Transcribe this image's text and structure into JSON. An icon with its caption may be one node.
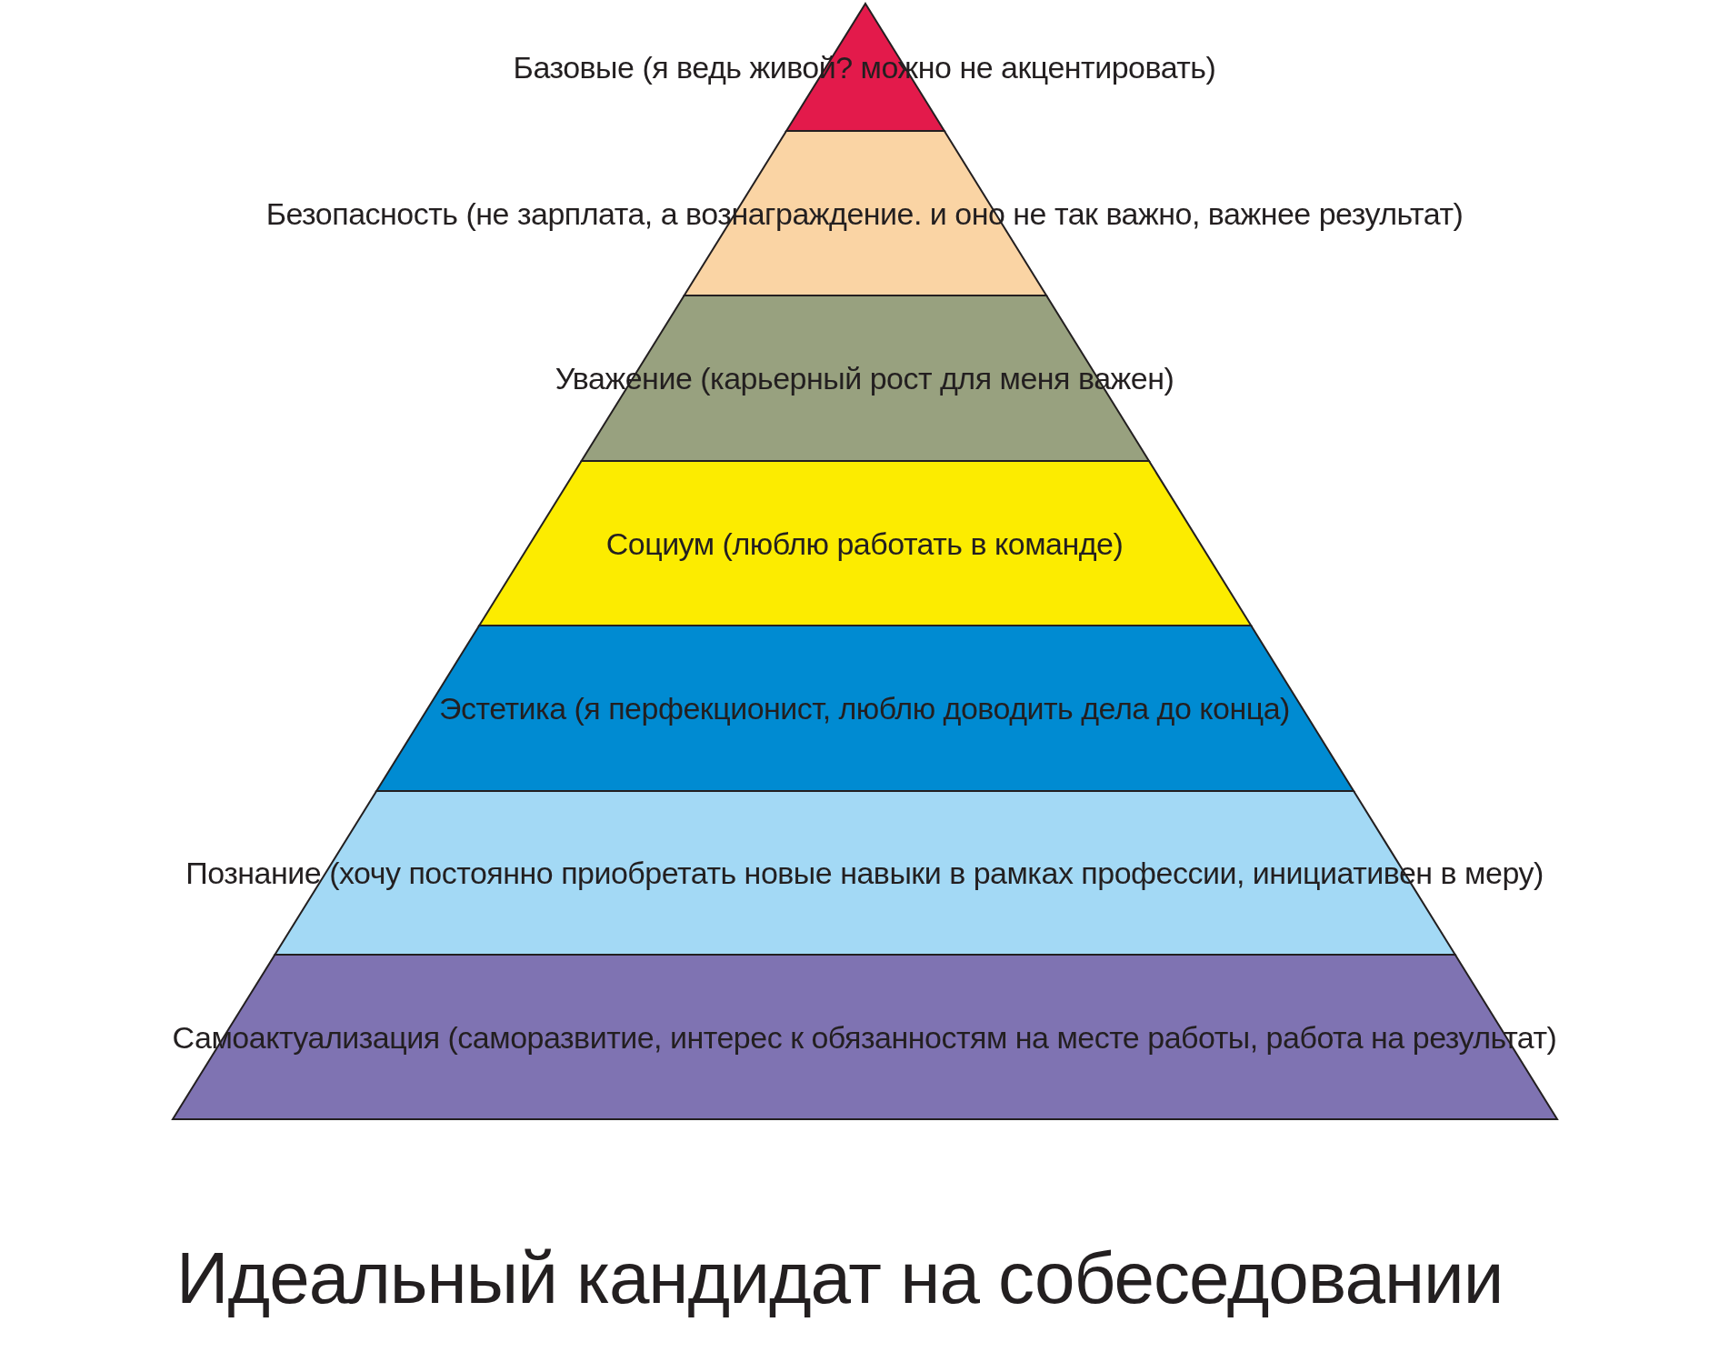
{
  "diagram": {
    "title": "Идеальный кандидат на собеседовании",
    "nodes": [
      {
        "text": [
          "Базовые (я ведь живой? можно не акцентировать)"
        ]
      },
      {
        "text": [
          "Безопасность (не зарплата, а вознаграждение. и оно не так важно, важнее результат)"
        ]
      },
      {
        "text": [
          "Уважение (карьерный рост для меня важен)"
        ]
      },
      {
        "text": [
          "Социум (люблю работать в команде)"
        ]
      },
      {
        "text": [
          "Эстетика (я перфекционист, люблю доводить дела до конца)"
        ]
      },
      {
        "text": [
          "Познание (хочу постоянно приобретать новые навыки в рамках профессии, инициативен в меру)"
        ]
      },
      {
        "text": [
          "Самоактуализация (саморазвитие, интерес к обязанностям на месте работы, работа на результат)"
        ]
      }
    ],
    "edges": []
  }
}
